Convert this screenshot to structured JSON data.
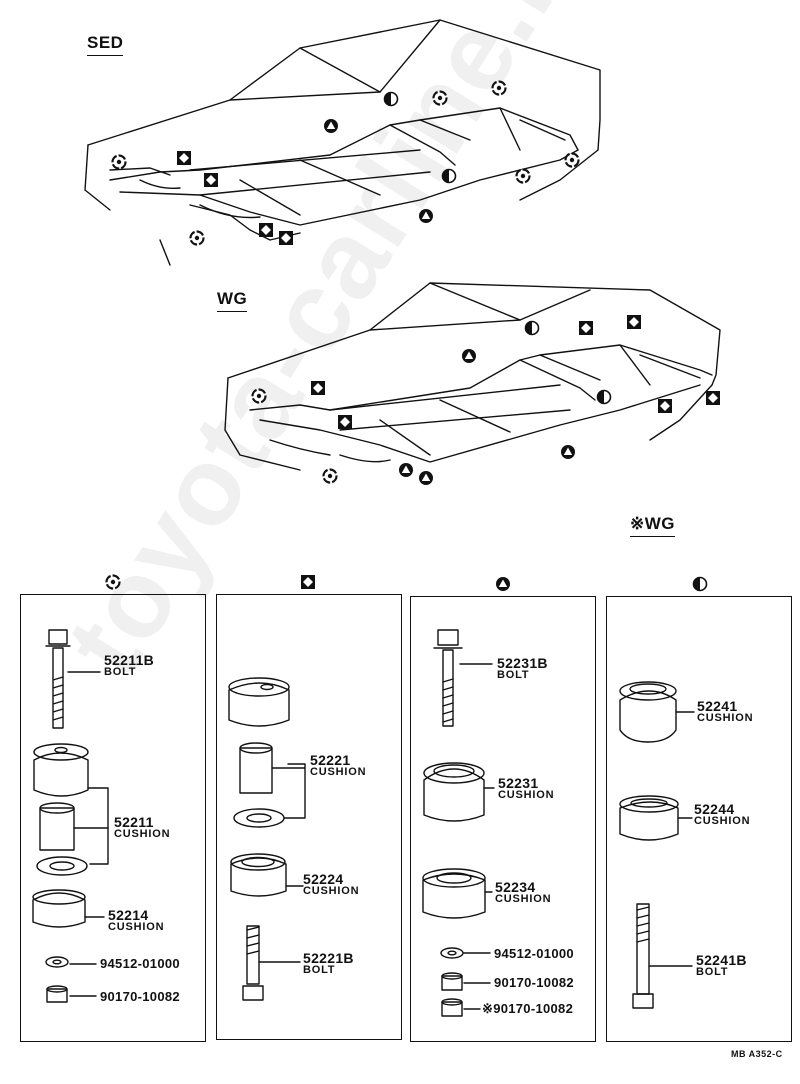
{
  "labels": {
    "sed": "SED",
    "wg": "WG",
    "star_wg": "※WG"
  },
  "legend_symbols": [
    "circle-dot",
    "diamond",
    "triangle",
    "half-circle"
  ],
  "groups": [
    {
      "symbol": "circle-dot",
      "parts": [
        {
          "number": "52211B",
          "desc": "BOLT"
        },
        {
          "number": "52211",
          "desc": "CUSHION"
        },
        {
          "number": "52214",
          "desc": "CUSHION"
        },
        {
          "number": "94512-01000",
          "desc": ""
        },
        {
          "number": "90170-10082",
          "desc": ""
        }
      ]
    },
    {
      "symbol": "diamond",
      "parts": [
        {
          "number": "52221",
          "desc": "CUSHION"
        },
        {
          "number": "52224",
          "desc": "CUSHION"
        },
        {
          "number": "52221B",
          "desc": "BOLT"
        }
      ]
    },
    {
      "symbol": "triangle",
      "parts": [
        {
          "number": "52231B",
          "desc": "BOLT"
        },
        {
          "number": "52231",
          "desc": "CUSHION"
        },
        {
          "number": "52234",
          "desc": "CUSHION"
        },
        {
          "number": "94512-01000",
          "desc": ""
        },
        {
          "number": "90170-10082",
          "desc": ""
        },
        {
          "number": "※90170-10082",
          "desc": ""
        }
      ]
    },
    {
      "symbol": "half-circle",
      "parts": [
        {
          "number": "52241",
          "desc": "CUSHION"
        },
        {
          "number": "52244",
          "desc": "CUSHION"
        },
        {
          "number": "52241B",
          "desc": "BOLT"
        }
      ]
    }
  ],
  "footer_code": "MB A352-C",
  "watermark": "toyota-carline.ru"
}
